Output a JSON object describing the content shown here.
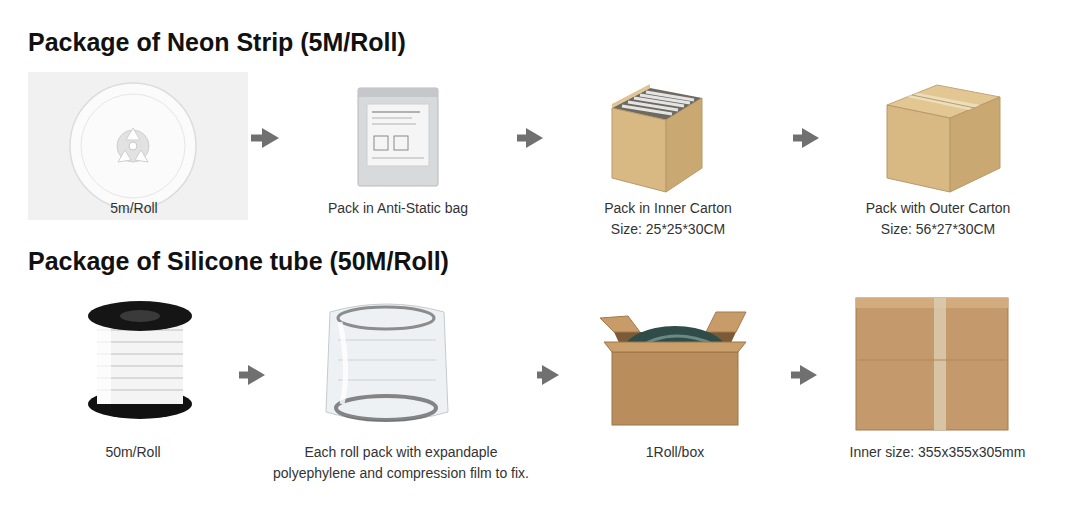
{
  "diagram": {
    "nodes": [
      {
        "text": [
          "5m/Roll"
        ]
      },
      {
        "text": [
          "Pack in Anti-Static bag"
        ]
      },
      {
        "text": [
          "Pack in Inner Carton",
          "Size: 25*25*30CM"
        ]
      },
      {
        "text": [
          "Pack with Outer Carton",
          "Size: 56*27*30CM"
        ]
      },
      {
        "text": [
          "50m/Roll"
        ]
      },
      {
        "text": [
          "Each roll pack with expandaple polyephylene and compression film to fix."
        ]
      },
      {
        "text": [
          "1Roll/box"
        ]
      },
      {
        "text": [
          "Inner size: 355x355x305mm"
        ]
      }
    ],
    "edges": [
      {
        "from": 0,
        "to": 1,
        "arrow": "to"
      },
      {
        "from": 1,
        "to": 2,
        "arrow": "to"
      },
      {
        "from": 2,
        "to": 3,
        "arrow": "to"
      },
      {
        "from": 4,
        "to": 5,
        "arrow": "to"
      },
      {
        "from": 5,
        "to": 6,
        "arrow": "to"
      },
      {
        "from": 6,
        "to": 7,
        "arrow": "to"
      }
    ],
    "labels": [
      "Package of Neon Strip (5M/Roll)",
      "Package of Silicone tube (50M/Roll)"
    ]
  }
}
